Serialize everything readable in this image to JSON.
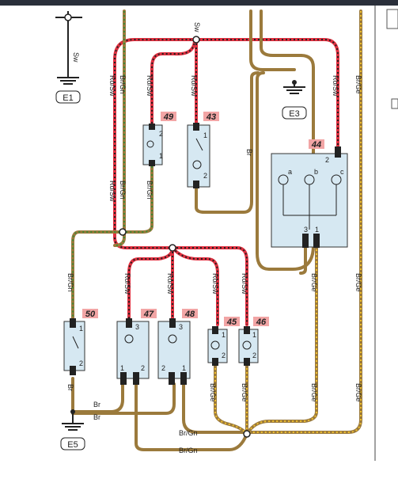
{
  "colors": {
    "red": "#e03040",
    "brown": "#9b7a3c",
    "yellow": "#f0c030",
    "green": "#3f8a3a",
    "black": "#222222",
    "component_fill": "#d6e8f2",
    "tag_fill": "#f2a5a5"
  },
  "wire_labels": {
    "sw_top": "Sw",
    "rosw_a": "Ro/Sw",
    "brgn_a": "Br/Gn",
    "rosw_b": "Ro/Sw",
    "rosw_c": "Ro/Sw",
    "rosw_d": "Ro/Sw",
    "brge_right": "Br/Ge",
    "br_mid": "Br",
    "rosw_left_low": "Ro/Sw",
    "brgn_left_low": "Br/Gn",
    "brgn_49_low": "Br/Gn",
    "brgn_50": "Br/Gn",
    "rosw_47": "Ro/Sw",
    "rosw_48": "Ro/Sw",
    "rosw_45": "Ro/Sw",
    "rosw_46": "Ro/Sw",
    "brge_44": "Br/Ge",
    "brge_right_low": "Br/Ge",
    "br_50_low": "Br",
    "br_e5_a": "Br",
    "br_e5_b": "Br",
    "brge_45_low": "Br/Ge",
    "brge_46_low": "Br/Ge",
    "brge_44_low": "Br/Ge",
    "brge_right_bottom": "Br/Ge",
    "brgn_bottom_a": "Br/Gn",
    "brgn_bottom_b": "Br/Gn",
    "e1_sw": "Sw"
  },
  "components": {
    "c49": {
      "number": "49",
      "pin_top": "2",
      "pin_bottom": "1"
    },
    "c43": {
      "number": "43",
      "pin_top": "1",
      "pin_bottom": "2"
    },
    "c44": {
      "number": "44",
      "lamp_a": "a",
      "lamp_b": "b",
      "lamp_c": "c",
      "pin_top": "2",
      "pin_3": "3",
      "pin_1": "1"
    },
    "c50": {
      "number": "50",
      "pin_top": "1",
      "pin_bottom": "2"
    },
    "c47": {
      "number": "47",
      "pin_top": "3",
      "pin_1": "1",
      "pin_2": "2"
    },
    "c48": {
      "number": "48",
      "pin_top": "3",
      "pin_2": "2",
      "pin_1": "1"
    },
    "c45": {
      "number": "45",
      "pin_top": "1",
      "pin_bottom": "2"
    },
    "c46": {
      "number": "46",
      "pin_top": "1",
      "pin_bottom": "2"
    }
  },
  "grounds": {
    "e1": "E1",
    "e3": "E3",
    "e5": "E5"
  }
}
